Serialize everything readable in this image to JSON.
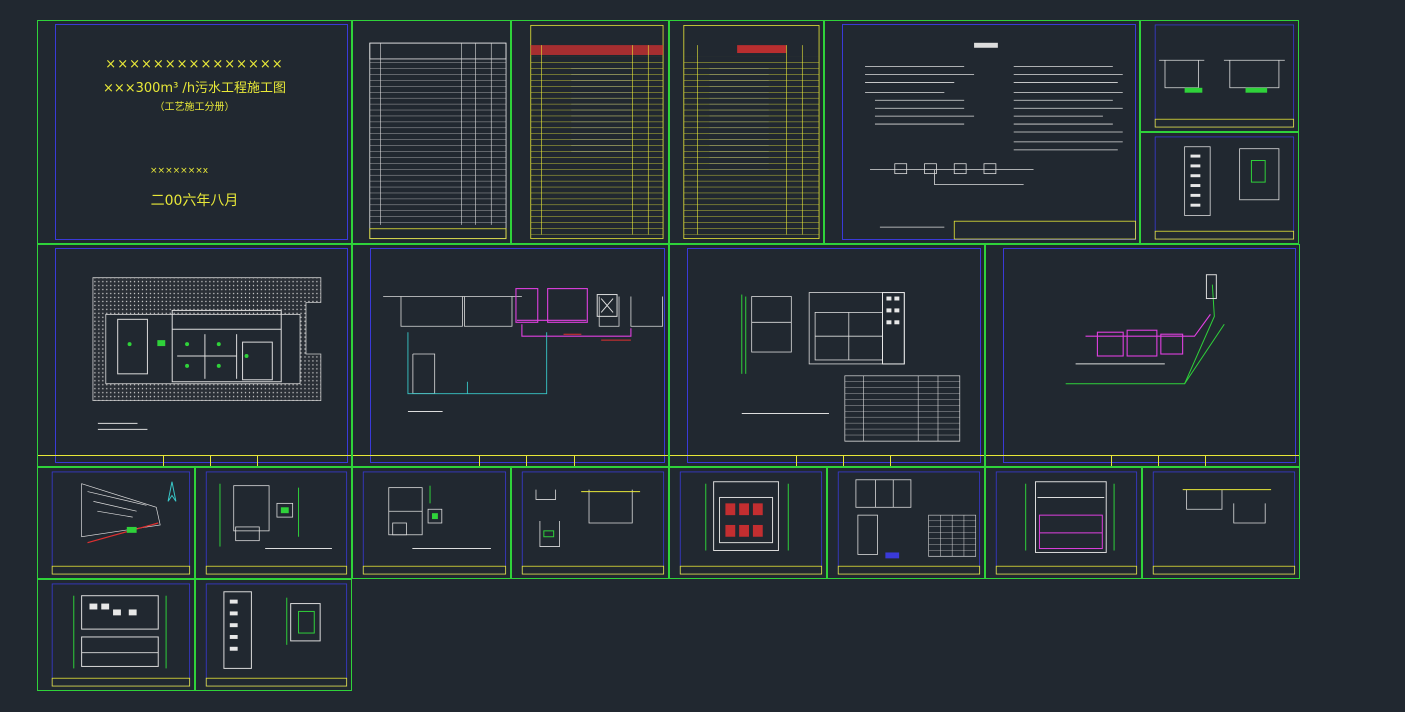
{
  "cover": {
    "title_line1": "×××××××××××××××",
    "title_line2": "×××300m³ /h污水工程施工图",
    "title_line3": "（工艺施工分册）",
    "company": "×××××××x",
    "date": "二00六年八月"
  },
  "colors": {
    "background": "#212830",
    "sheet_border": "#2fd23a",
    "inner_border": "#3a3ad8",
    "text_yellow": "#e8e838",
    "red": "#e03030",
    "magenta": "#e040e0",
    "cyan": "#38c8c8",
    "white": "#e8e8e8"
  },
  "sheets": [
    {
      "id": "cover"
    },
    {
      "id": "drawing-index"
    },
    {
      "id": "equipment-list-1"
    },
    {
      "id": "equipment-list-2"
    },
    {
      "id": "design-notes"
    },
    {
      "id": "detail-1"
    },
    {
      "id": "detail-2"
    },
    {
      "id": "site-plan"
    },
    {
      "id": "process-elevation"
    },
    {
      "id": "plan-with-table"
    },
    {
      "id": "isometric-piping"
    },
    {
      "id": "location-map"
    },
    {
      "id": "tank-plan-1"
    },
    {
      "id": "tank-plan-2"
    },
    {
      "id": "section-details"
    },
    {
      "id": "tank-red-plan"
    },
    {
      "id": "tank-with-table"
    },
    {
      "id": "tank-magenta-plan"
    },
    {
      "id": "section-small"
    },
    {
      "id": "tank-plan-3"
    },
    {
      "id": "tank-plan-4"
    }
  ]
}
